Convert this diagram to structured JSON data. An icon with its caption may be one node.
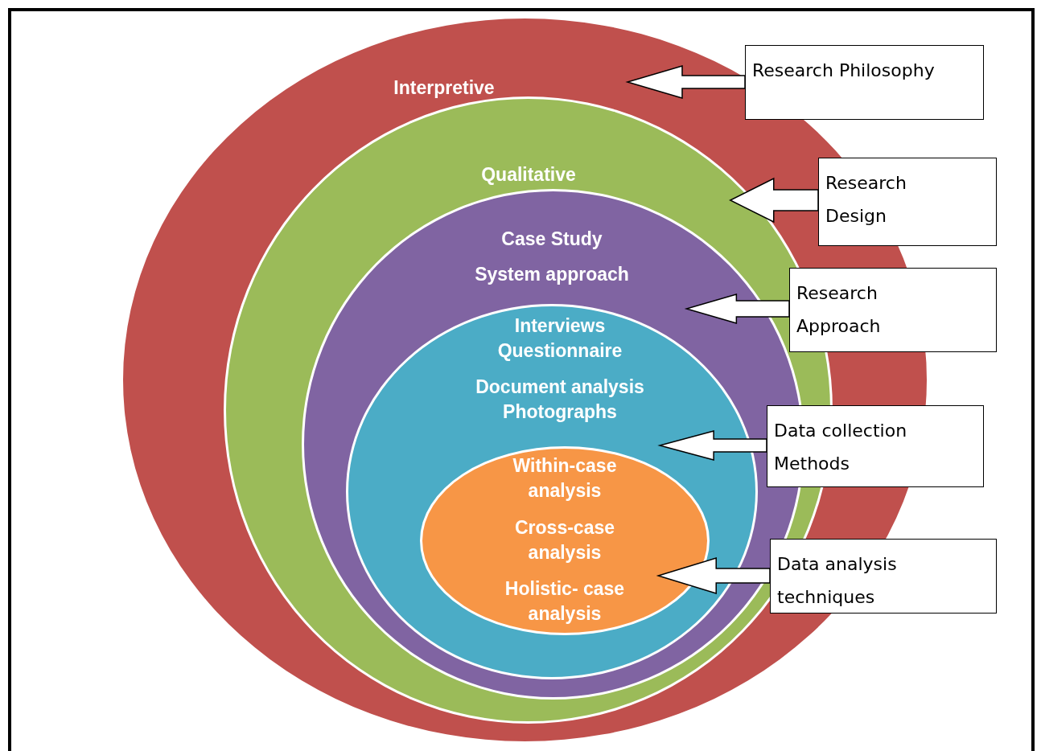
{
  "diagram": {
    "nodes": [
      {
        "text": [
          "Interpretive"
        ]
      },
      {
        "text": [
          "Qualitative"
        ],
        "in": 0
      },
      {
        "text": [
          "Case Study",
          "System approach"
        ],
        "in": 1
      },
      {
        "text": [
          "Interviews",
          "Questionnaire",
          "Document analysis",
          "Photographs"
        ],
        "in": 2
      },
      {
        "text": [
          "Within-case analysis",
          "Cross-case analysis",
          "Holistic- case analysis"
        ],
        "in": 3
      },
      {
        "text": [
          "Research Philosophy"
        ]
      },
      {
        "text": [
          "Research Design"
        ]
      },
      {
        "text": [
          "Research Approach"
        ]
      },
      {
        "text": [
          "Data collection Methods"
        ]
      },
      {
        "text": [
          "Data analysis techniques"
        ]
      }
    ],
    "edges": [
      {
        "from": 5,
        "to": 0,
        "arrow": "to"
      },
      {
        "from": 6,
        "to": 1,
        "arrow": "to"
      },
      {
        "from": 7,
        "to": 2,
        "arrow": "to"
      },
      {
        "from": 8,
        "to": 3,
        "arrow": "to"
      },
      {
        "from": 9,
        "to": 4,
        "arrow": "to"
      }
    ]
  }
}
